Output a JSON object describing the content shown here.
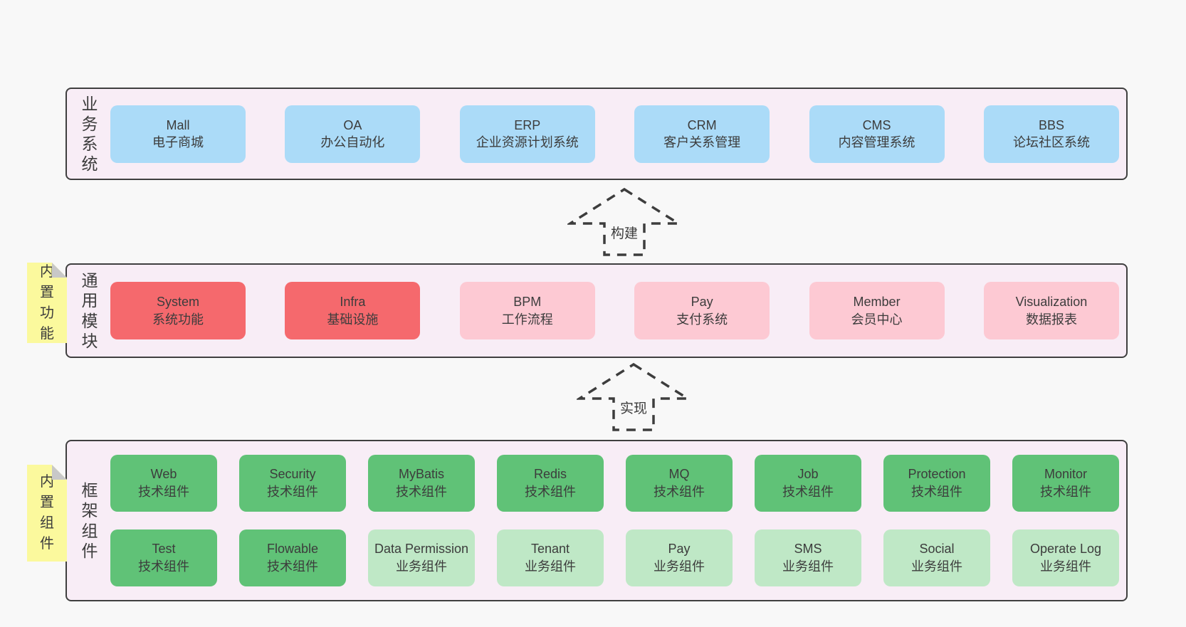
{
  "diagram": {
    "arrows": {
      "build_label": "构建",
      "implement_label": "实现"
    },
    "layers": [
      {
        "id": "business-systems",
        "side_label": "业务系统",
        "note": null,
        "rows": [
          [
            {
              "name": "Mall",
              "desc": "电子商城",
              "variant": "blue"
            },
            {
              "name": "OA",
              "desc": "办公自动化",
              "variant": "blue"
            },
            {
              "name": "ERP",
              "desc": "企业资源计划系统",
              "variant": "blue"
            },
            {
              "name": "CRM",
              "desc": "客户关系管理",
              "variant": "blue"
            },
            {
              "name": "CMS",
              "desc": "内容管理系统",
              "variant": "blue"
            },
            {
              "name": "BBS",
              "desc": "论坛社区系统",
              "variant": "blue"
            }
          ]
        ]
      },
      {
        "id": "common-modules",
        "side_label": "通用模块",
        "note": "内置功能",
        "rows": [
          [
            {
              "name": "System",
              "desc": "系统功能",
              "variant": "red"
            },
            {
              "name": "Infra",
              "desc": "基础设施",
              "variant": "red"
            },
            {
              "name": "BPM",
              "desc": "工作流程",
              "variant": "pink"
            },
            {
              "name": "Pay",
              "desc": "支付系统",
              "variant": "pink"
            },
            {
              "name": "Member",
              "desc": "会员中心",
              "variant": "pink"
            },
            {
              "name": "Visualization",
              "desc": "数据报表",
              "variant": "pink"
            }
          ]
        ]
      },
      {
        "id": "framework-components",
        "side_label": "框架组件",
        "note": "内置组件",
        "rows": [
          [
            {
              "name": "Web",
              "desc": "技术组件",
              "variant": "green"
            },
            {
              "name": "Security",
              "desc": "技术组件",
              "variant": "green"
            },
            {
              "name": "MyBatis",
              "desc": "技术组件",
              "variant": "green"
            },
            {
              "name": "Redis",
              "desc": "技术组件",
              "variant": "green"
            },
            {
              "name": "MQ",
              "desc": "技术组件",
              "variant": "green"
            },
            {
              "name": "Job",
              "desc": "技术组件",
              "variant": "green"
            },
            {
              "name": "Protection",
              "desc": "技术组件",
              "variant": "green"
            },
            {
              "name": "Monitor",
              "desc": "技术组件",
              "variant": "green"
            }
          ],
          [
            {
              "name": "Test",
              "desc": "技术组件",
              "variant": "green"
            },
            {
              "name": "Flowable",
              "desc": "技术组件",
              "variant": "green"
            },
            {
              "name": "Data Permission",
              "desc": "业务组件",
              "variant": "green-light"
            },
            {
              "name": "Tenant",
              "desc": "业务组件",
              "variant": "green-light"
            },
            {
              "name": "Pay",
              "desc": "业务组件",
              "variant": "green-light"
            },
            {
              "name": "SMS",
              "desc": "业务组件",
              "variant": "green-light"
            },
            {
              "name": "Social",
              "desc": "业务组件",
              "variant": "green-light"
            },
            {
              "name": "Operate Log",
              "desc": "业务组件",
              "variant": "green-light"
            }
          ]
        ]
      }
    ],
    "colors": {
      "page_background": "#f8f8f8",
      "layer_background": "#f8edf6",
      "layer_border": "#3f3f3f",
      "business_box": "#abdbf8",
      "core_module_box": "#f5696d",
      "optional_module_box": "#fdc9d3",
      "tech_component_box": "#60c277",
      "biz_component_box": "#bfe8c6",
      "sticky_note": "#fbf99d",
      "note_fold": "#c8c8c8",
      "text": "#3c3c3c"
    }
  }
}
